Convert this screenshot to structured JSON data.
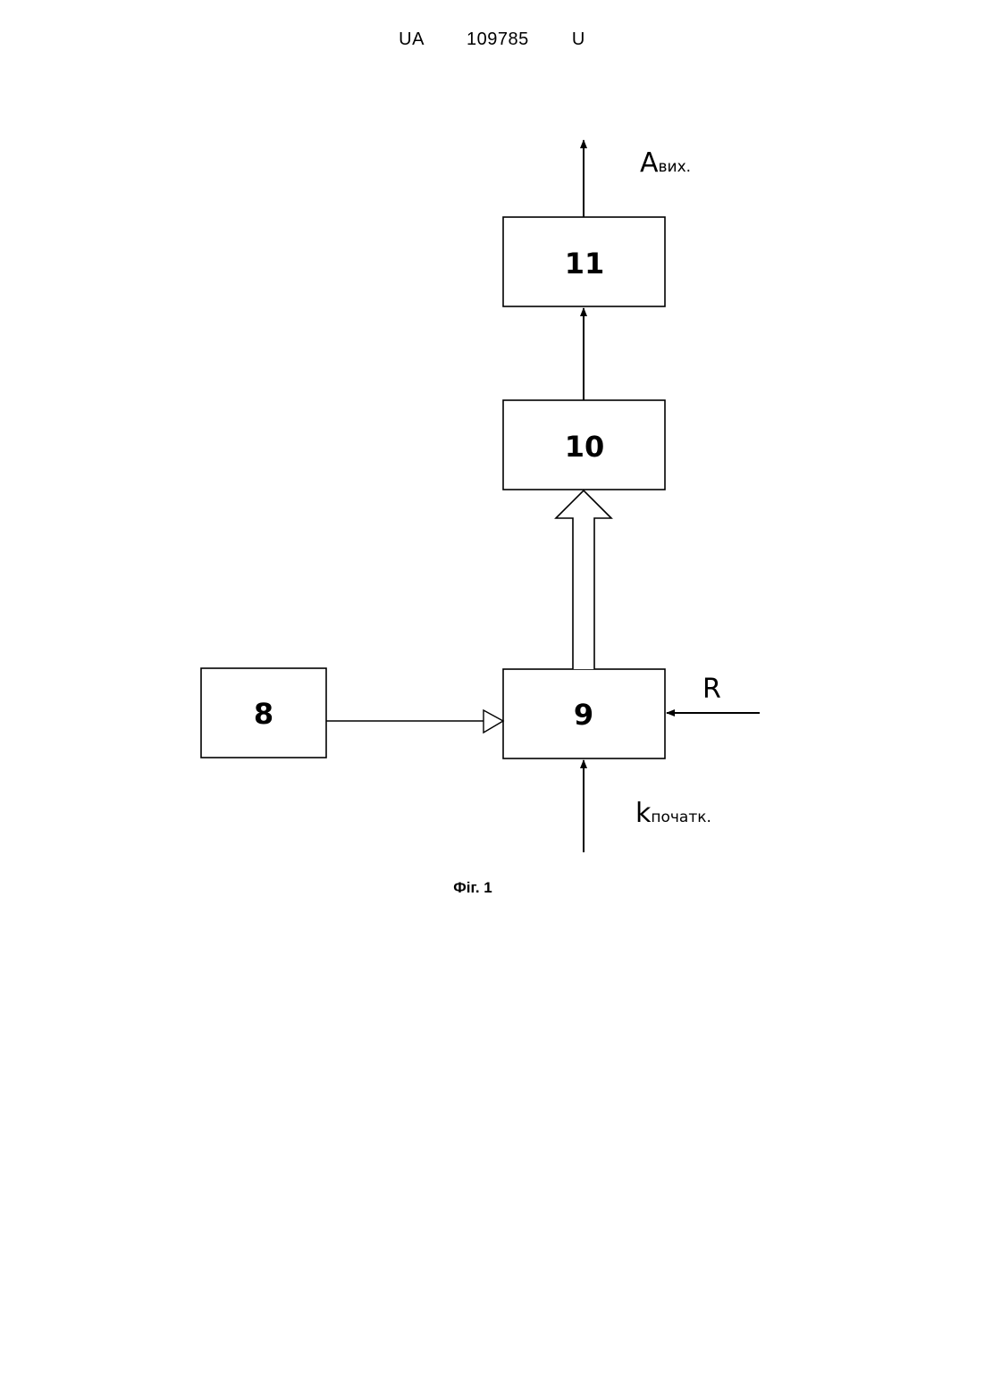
{
  "header": {
    "doc_number": "UA   109785   U"
  },
  "blocks": {
    "b8": "8",
    "b9": "9",
    "b10": "10",
    "b11": "11"
  },
  "signals": {
    "output_main": "A",
    "output_sub": "вих.",
    "reset": "R",
    "initial_main": "k",
    "initial_sub": "початк."
  },
  "caption": "Фіг. 1"
}
